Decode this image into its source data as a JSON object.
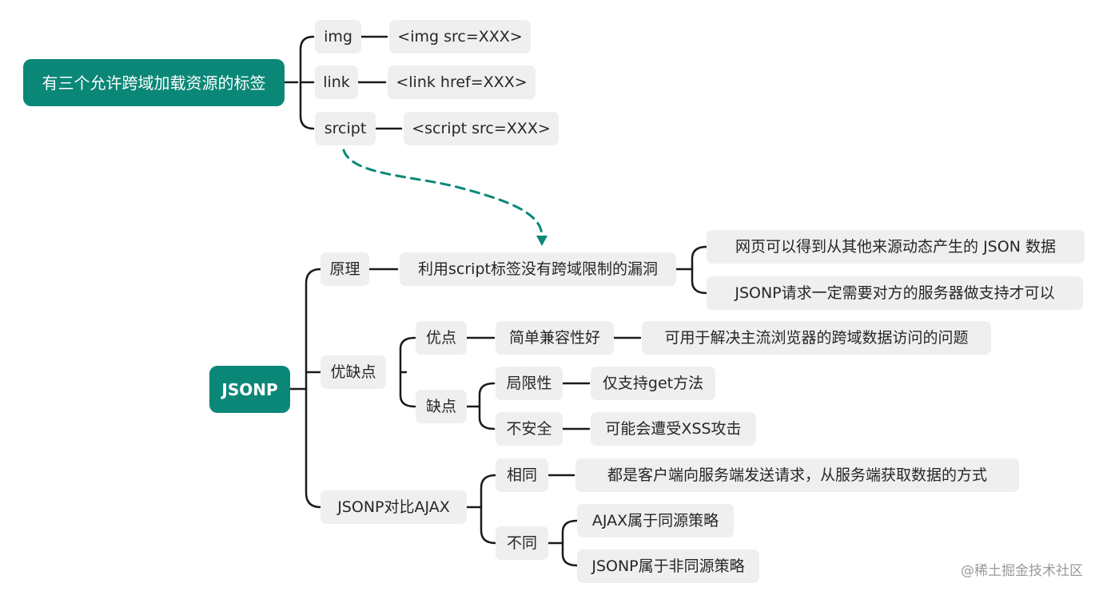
{
  "mindmap1": {
    "root": "有三个允许跨域加载资源的标签",
    "tags": [
      {
        "name": "img",
        "example": "<img src=XXX>"
      },
      {
        "name": "link",
        "example": "<link href=XXX>"
      },
      {
        "name": "srcipt",
        "example": "<script src=XXX>"
      }
    ]
  },
  "mindmap2": {
    "root": "JSONP",
    "principle": {
      "label": "原理",
      "content": "利用script标签没有跨域限制的漏洞",
      "details": [
        "网页可以得到从其他来源动态产生的 JSON 数据",
        "JSONP请求一定需要对方的服务器做支持才可以"
      ]
    },
    "pros_cons": {
      "label": "优缺点",
      "pros": {
        "label": "优点",
        "item": "简单兼容性好",
        "detail": "可用于解决主流浏览器的跨域数据访问的问题"
      },
      "cons": {
        "label": "缺点",
        "items": [
          {
            "label": "局限性",
            "detail": "仅支持get方法"
          },
          {
            "label": "不安全",
            "detail": "可能会遭受XSS攻击"
          }
        ]
      }
    },
    "comparison": {
      "label": "JSONP对比AJAX",
      "same": {
        "label": "相同",
        "detail": "都是客户端向服务端发送请求，从服务端获取数据的方式"
      },
      "diff": {
        "label": "不同",
        "items": [
          "AJAX属于同源策略",
          "JSONP属于非同源策略"
        ]
      }
    }
  },
  "watermark": "@稀土掘金技术社区",
  "colors": {
    "root_fill": "#0b8778",
    "node_fill": "#efefef",
    "line": "#1a1a1a",
    "arrow": "#0b8778"
  }
}
